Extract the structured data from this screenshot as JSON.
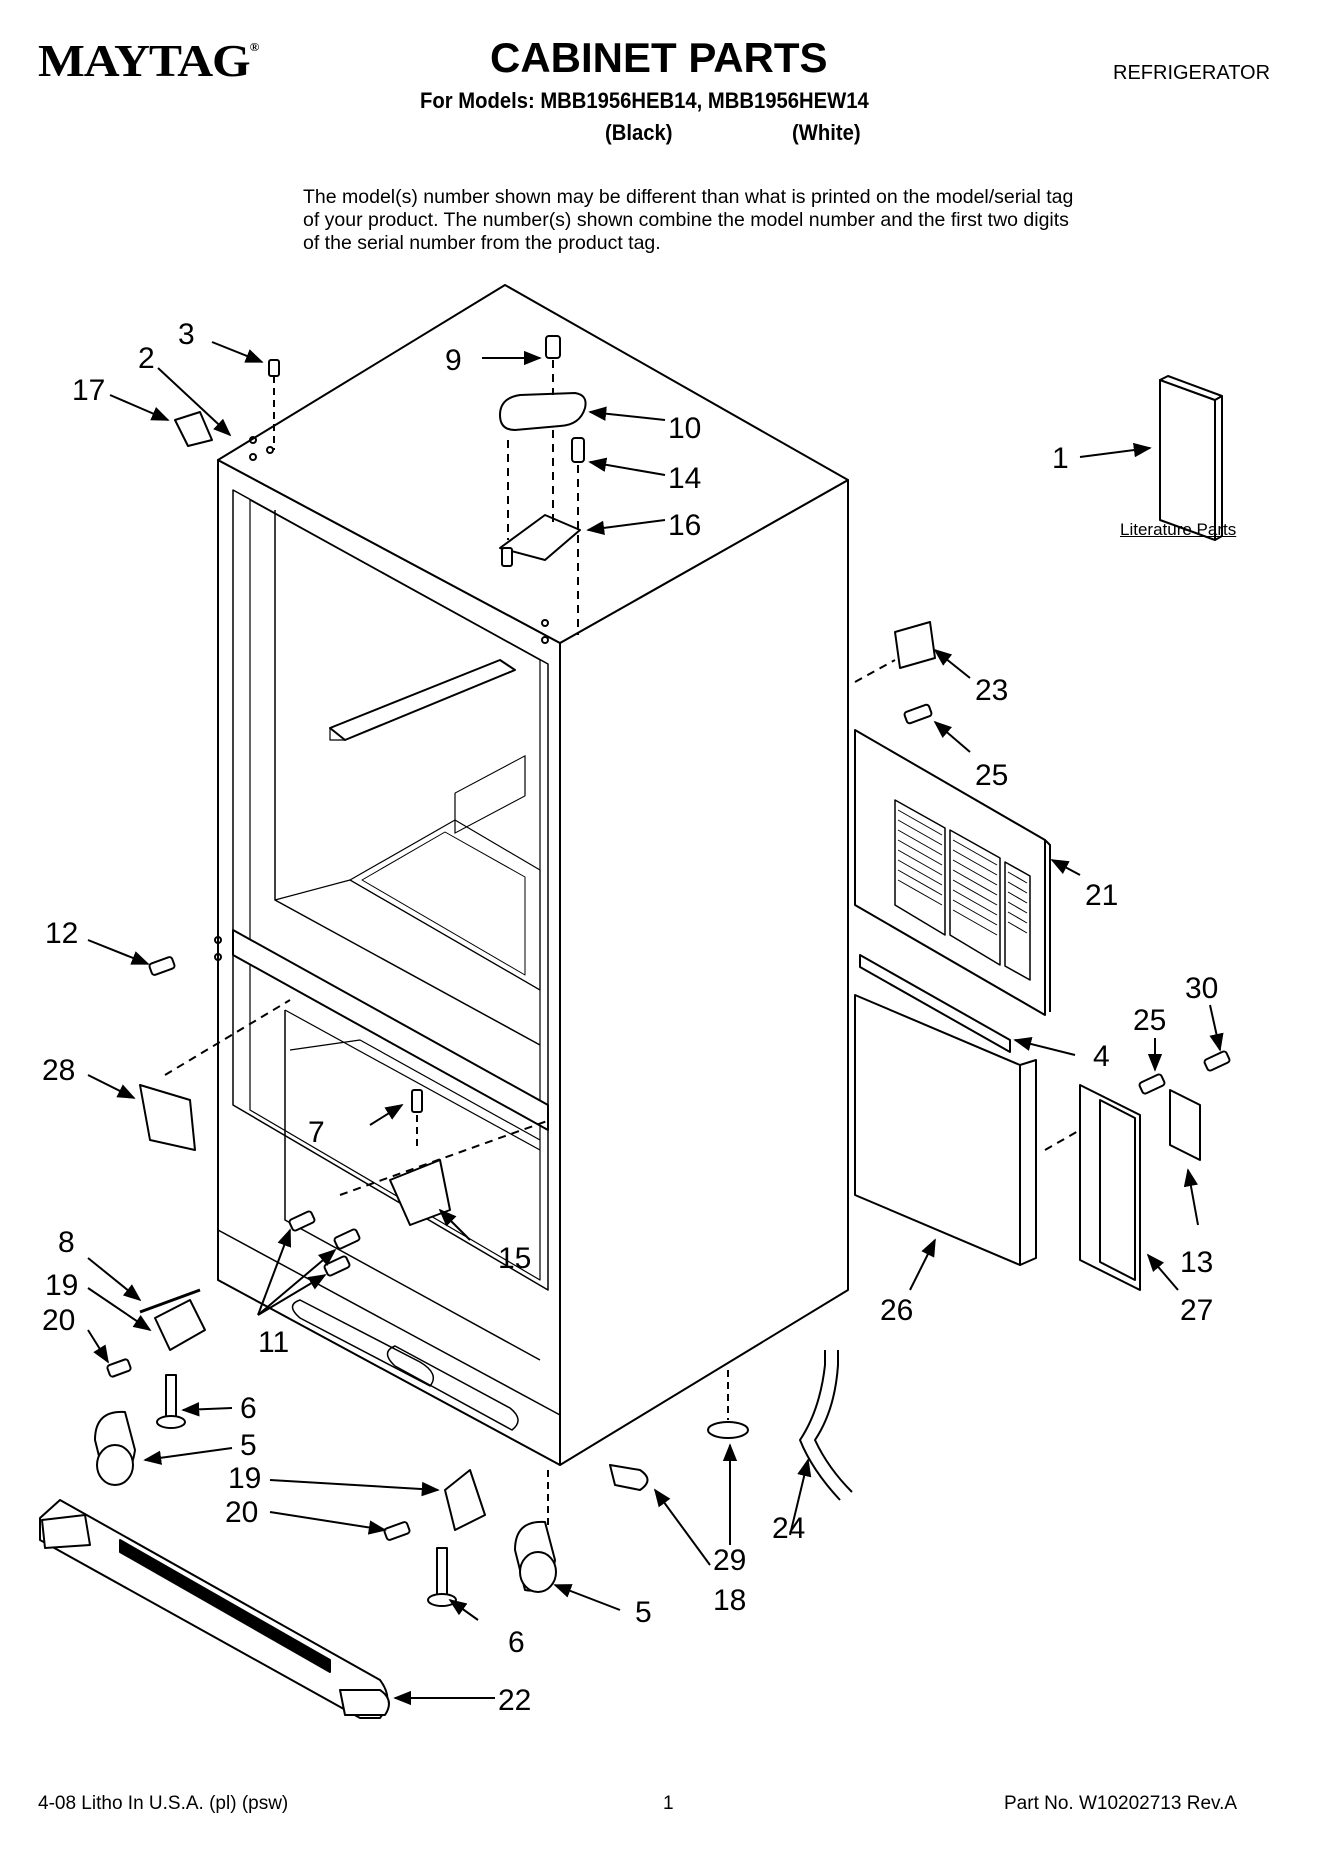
{
  "header": {
    "brand": "MAYTAG",
    "brand_mark": "®",
    "title": "CABINET PARTS",
    "models_line": "For Models: MBB1956HEB14, MBB1956HEW14",
    "variant_black": "(Black)",
    "variant_white": "(White)",
    "category": "REFRIGERATOR"
  },
  "note": "The model(s) number shown may be different than what is printed on the model/serial tag of your product. The number(s) shown combine the model number and the first two digits of the serial number from the product tag.",
  "literature_label": "Literature Parts",
  "callouts": {
    "c1": "1",
    "c2": "2",
    "c3": "3",
    "c4": "4",
    "c5a": "5",
    "c5b": "5",
    "c6a": "6",
    "c6b": "6",
    "c7": "7",
    "c8": "8",
    "c9": "9",
    "c10": "10",
    "c11": "11",
    "c12": "12",
    "c13": "13",
    "c14": "14",
    "c15": "15",
    "c16": "16",
    "c17": "17",
    "c18": "18",
    "c19a": "19",
    "c19b": "19",
    "c20a": "20",
    "c20b": "20",
    "c21": "21",
    "c22": "22",
    "c23": "23",
    "c24": "24",
    "c25a": "25",
    "c25b": "25",
    "c26": "26",
    "c27": "27",
    "c28": "28",
    "c29": "29",
    "c30": "30"
  },
  "footer": {
    "left": "4-08 Litho In U.S.A. (pl) (psw)",
    "page": "1",
    "part_no": "Part No. W10202713 Rev.A"
  }
}
